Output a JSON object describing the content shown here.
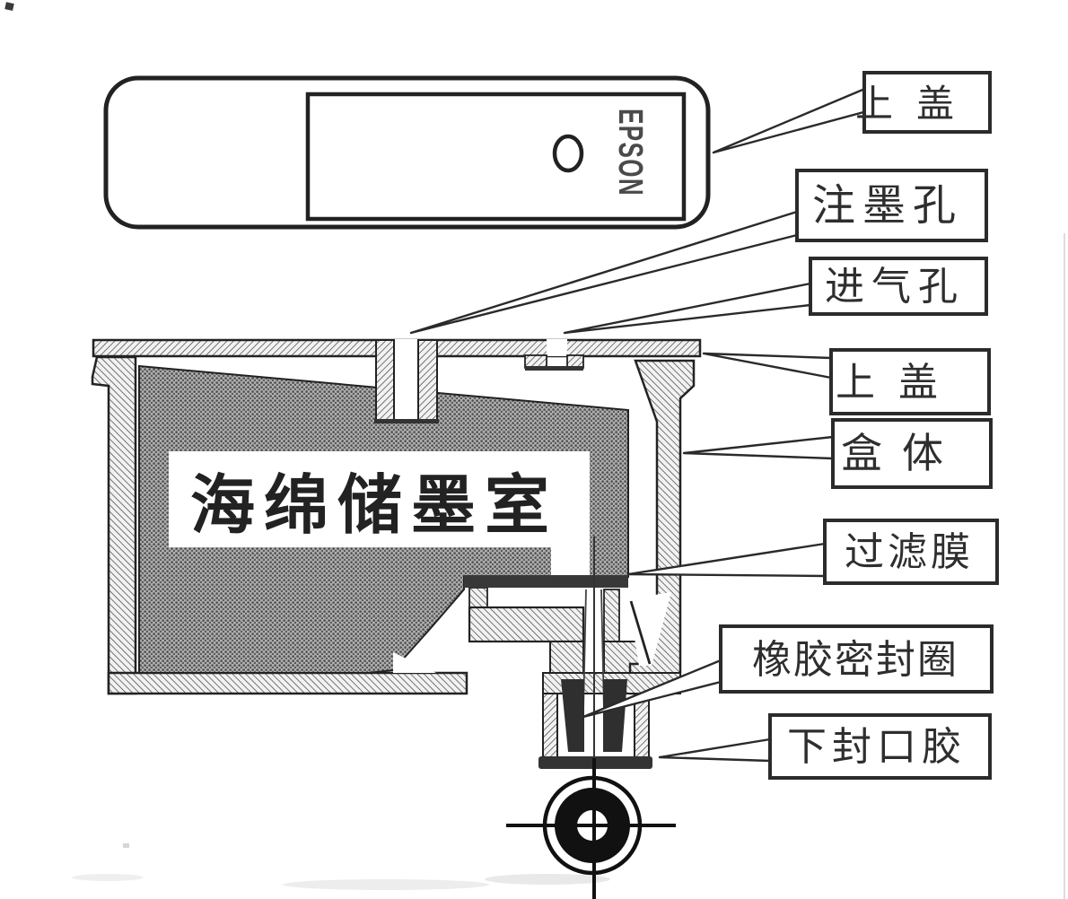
{
  "diagram": {
    "brand": "EPSON",
    "sponge_chamber_label": "海绵储墨室"
  },
  "labels": [
    {
      "id": "top-cover-top-view",
      "text": "上盖"
    },
    {
      "id": "ink-fill-hole",
      "text": "注墨孔"
    },
    {
      "id": "air-intake-hole",
      "text": "进气孔"
    },
    {
      "id": "top-cover-section",
      "text": "上盖"
    },
    {
      "id": "box-body",
      "text": "盒体"
    },
    {
      "id": "filter-membrane",
      "text": "过滤膜"
    },
    {
      "id": "rubber-seal-ring",
      "text": "橡胶密封圈"
    },
    {
      "id": "bottom-seal-glue",
      "text": "下封口胶"
    }
  ],
  "colors": {
    "ink_outline": "#222222",
    "dark_fill": "#333333",
    "hatch_line": "#4a4a4a",
    "sponge_base": "#aeaeae",
    "sponge_dot": "#4f4f4f",
    "label_border": "#2b2b2b",
    "paper": "#ffffff"
  }
}
